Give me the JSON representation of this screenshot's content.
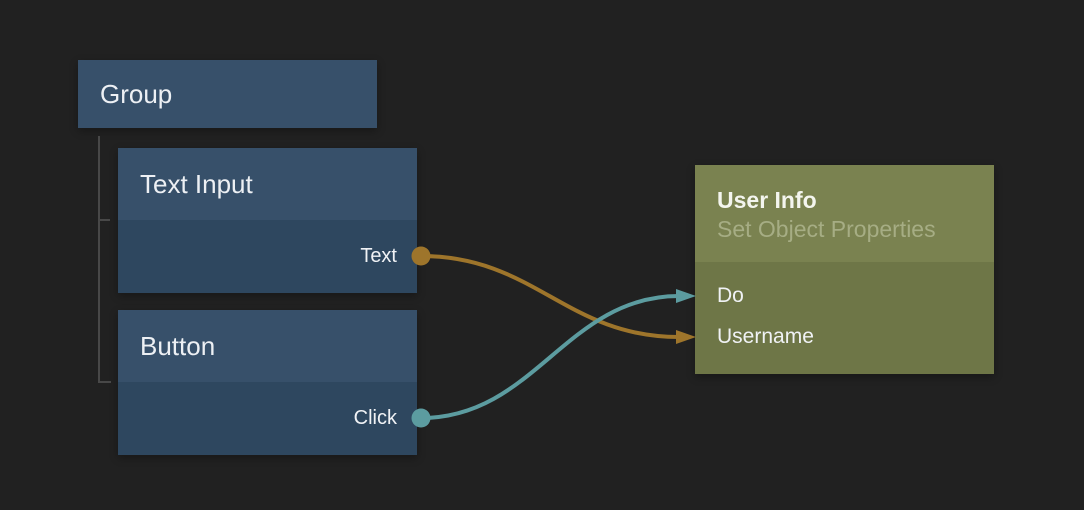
{
  "canvas": {
    "background": "#212121"
  },
  "colors": {
    "node_blue_header": "#37506a",
    "node_blue_body": "#2e475f",
    "node_olive_header": "#7a8250",
    "node_olive_body": "#6e7647",
    "gold": "#9e752b",
    "teal": "#5c9ca0",
    "tree_line": "#484848",
    "title_text": "#edf0f4",
    "subtitle_text": "#a6ad84"
  },
  "nodes": {
    "group": {
      "title": "Group"
    },
    "text_input": {
      "title": "Text Input",
      "outputs": [
        {
          "label": "Text",
          "port_color": "#9e752b"
        }
      ]
    },
    "button": {
      "title": "Button",
      "outputs": [
        {
          "label": "Click",
          "port_color": "#5c9ca0"
        }
      ]
    },
    "user_info": {
      "title": "User Info",
      "subtitle": "Set Object Properties",
      "inputs": [
        {
          "label": "Do",
          "port_color": "#5c9ca0"
        },
        {
          "label": "Username",
          "port_color": "#9e752b"
        }
      ]
    }
  },
  "connections": [
    {
      "from": "Text Input / Text",
      "to": "User Info / Username",
      "color": "#9e752b"
    },
    {
      "from": "Button / Click",
      "to": "User Info / Do",
      "color": "#5c9ca0"
    }
  ],
  "hierarchy": {
    "parent": "Group",
    "children": [
      "Text Input",
      "Button"
    ]
  }
}
